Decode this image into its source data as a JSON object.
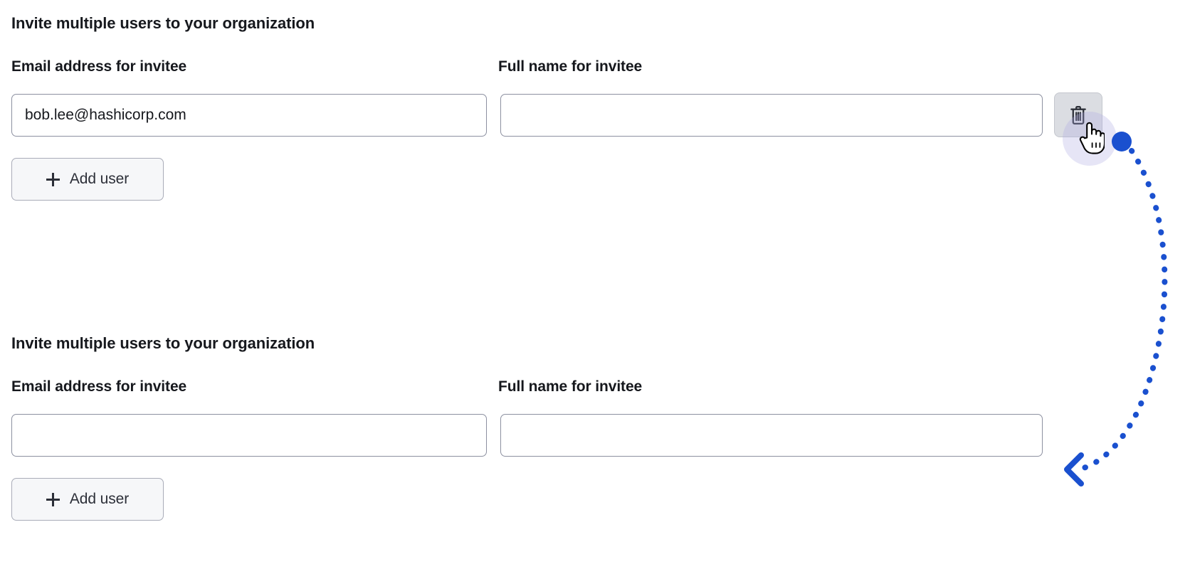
{
  "page": {
    "background_color": "#ffffff",
    "accent_color": "#1a50cf"
  },
  "forms": [
    {
      "id": "invite-form-top",
      "heading": "Invite multiple users to your organization",
      "fields": [
        {
          "name": "email",
          "label": "Email address for invitee",
          "value": "bob.lee@hashicorp.com",
          "placeholder": ""
        },
        {
          "name": "full_name",
          "label": "Full name for invitee",
          "value": "",
          "placeholder": ""
        }
      ],
      "add_user_label": "Add user",
      "add_user_icon": "plus-icon",
      "delete_button": {
        "present": true,
        "icon": "trash-icon",
        "state": "hovered",
        "background_color": "#dbdde2"
      }
    },
    {
      "id": "invite-form-bottom",
      "heading": "Invite multiple users to your organization",
      "fields": [
        {
          "name": "email",
          "label": "Email address for invitee",
          "value": "",
          "placeholder": ""
        },
        {
          "name": "full_name",
          "label": "Full name for invitee",
          "value": "",
          "placeholder": ""
        }
      ],
      "add_user_label": "Add user",
      "add_user_icon": "plus-icon",
      "delete_button": {
        "present": false
      }
    }
  ],
  "annotation": {
    "type": "curved-dotted-arrow",
    "color": "#1a50cf",
    "start_marker": "filled-dot",
    "end_marker": "chevron-arrowhead",
    "cursor_icon": "pointing-hand-cursor",
    "cursor_highlight_color": "#acaae1"
  }
}
